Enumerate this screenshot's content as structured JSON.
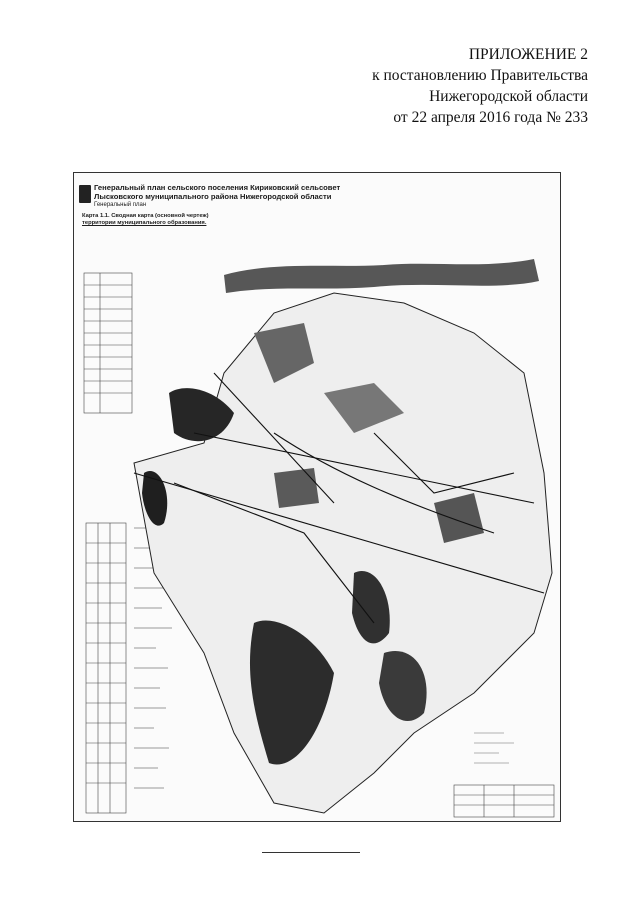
{
  "header": {
    "line1": "ПРИЛОЖЕНИЕ 2",
    "line2": "к постановлению Правительства",
    "line3": "Нижегородской области",
    "line4": "от 22 апреля 2016 года № 233"
  },
  "map": {
    "title_line1": "Генеральный план сельского поселения Кириковский сельсовет",
    "title_line2": "Лысковского муниципального района Нижегородской области",
    "title_line3": "Генеральный план",
    "caption_line1": "Карта 1.1. Сводная карта (основной чертеж)",
    "caption_line2": "территории муниципального образования."
  }
}
